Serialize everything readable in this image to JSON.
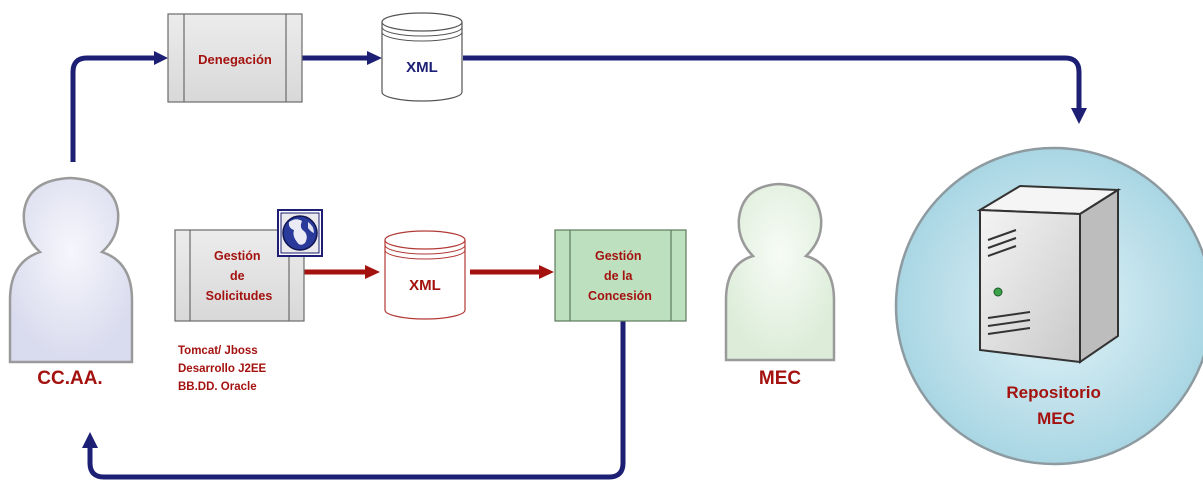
{
  "colors": {
    "navy": "#1c1f73",
    "dark_red": "#a3120f",
    "process_gray": "#e2e2e2",
    "process_green": "#bde0bf",
    "repository_circle": "#c3e4ee",
    "actor_light": "#e8e8f4",
    "actor_green": "#e6f2e4"
  },
  "actors": {
    "ccaa": {
      "label": "CC.AA.",
      "icon": "person-icon"
    },
    "mec": {
      "label": "MEC",
      "icon": "person-icon"
    }
  },
  "processes": {
    "denegacion": {
      "label": "Denegación"
    },
    "gestion_solicitudes": {
      "label_lines": [
        "Gestión",
        "de",
        "Solicitudes"
      ],
      "badge_icon": "globe-icon"
    },
    "gestion_concesion": {
      "label_lines": [
        "Gestión",
        "de la",
        "Concesión"
      ]
    }
  },
  "data_stores": {
    "xml_top": {
      "label": "XML"
    },
    "xml_middle": {
      "label": "XML"
    }
  },
  "repository": {
    "label_lines": [
      "Repositorio",
      "MEC"
    ],
    "icon": "server-icon"
  },
  "tech_notes": [
    "Tomcat/ Jboss",
    "Desarrollo J2EE",
    "BB.DD. Oracle"
  ]
}
